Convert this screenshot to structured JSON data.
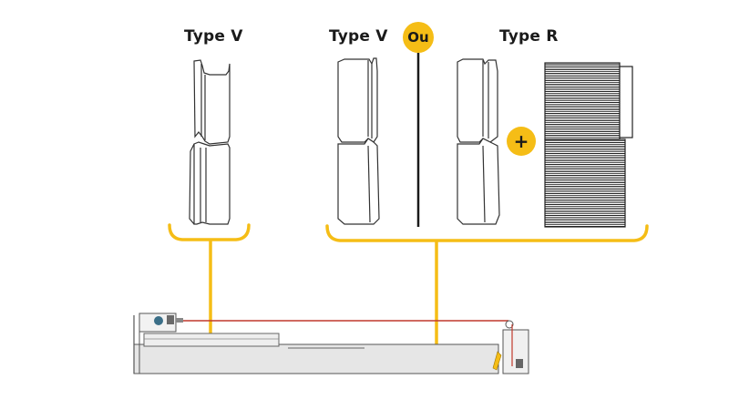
{
  "labels": {
    "left": "Type V",
    "middle": "Type V",
    "right": "Type R",
    "or_badge": "Ou",
    "plus_badge": "+"
  },
  "colors": {
    "accent": "#f5bd16",
    "outline": "#333333",
    "divider": "#1a1a1a",
    "cable": "#c0392b",
    "machine_fill": "#e6e6e6"
  },
  "icons": {
    "pulley": "v-groove-pulley-icon",
    "gear": "r-toothed-drum-icon",
    "motor": "limit-switch-icon"
  }
}
